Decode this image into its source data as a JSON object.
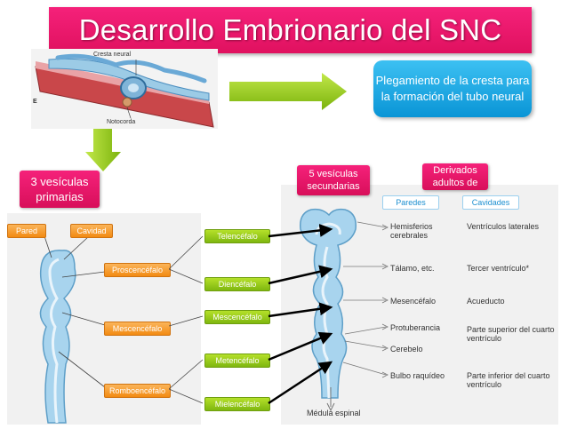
{
  "title": "Desarrollo Embrionario del SNC",
  "top_image": {
    "label_cresta": "Cresta neural",
    "label_notocorda": "Notocorda",
    "label_e": "E"
  },
  "plegamiento_box": "Plegamiento de la cresta para la formación del tubo neural",
  "primary_box": "3 vesículas primarias",
  "secondary_box": "5 vesículas secundarias",
  "derivados_box": "Derivados adultos de",
  "left_labels": {
    "pared": "Pared",
    "cavidad": "Cavidad"
  },
  "primary_vesicles": [
    "Proscencéfalo",
    "Mescencéfalo",
    "Romboencéfalo"
  ],
  "secondary_vesicles": [
    "Telencéfalo",
    "Diencéfalo",
    "Mescencéfalo",
    "Metencéfalo",
    "Mielencéfalo"
  ],
  "column_headers": {
    "paredes": "Paredes",
    "cavidades": "Cavidades"
  },
  "derivatives": [
    {
      "pared": "Hemisferios cerebrales",
      "cavidad": "Ventrículos laterales"
    },
    {
      "pared": "Tálamo, etc.",
      "cavidad": "Tercer ventrículo*"
    },
    {
      "pared": "Mesencéfalo",
      "cavidad": "Acueducto"
    },
    {
      "pared": "Protuberancia",
      "cavidad": "Parte superior del cuarto ventrículo"
    },
    {
      "pared": "Cerebelo",
      "cavidad": ""
    },
    {
      "pared": "Bulbo raquídeo",
      "cavidad": "Parte inferior del cuarto ventrículo"
    }
  ],
  "medula": "Médula espinal",
  "colors": {
    "pink": "#e0115f",
    "blue": "#0a95d6",
    "green": "#8cc418",
    "orange": "#f28a12",
    "tube": "#a8d4ee"
  }
}
